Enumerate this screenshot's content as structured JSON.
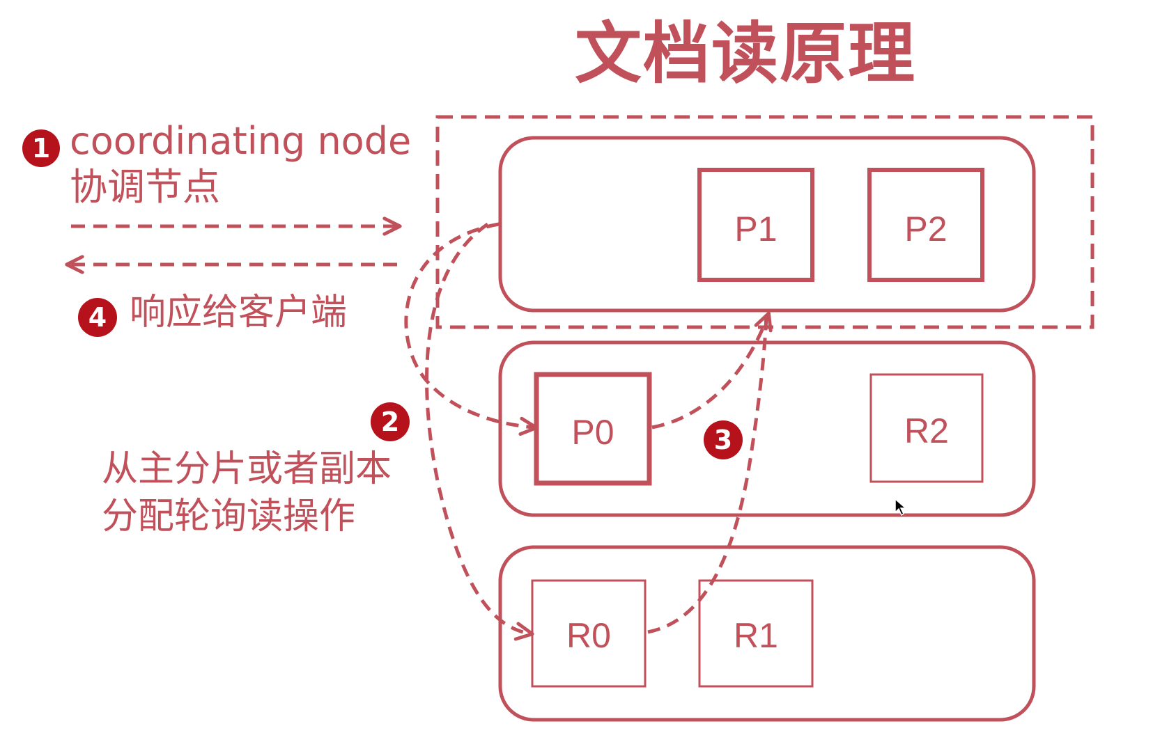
{
  "title": "文档读原理",
  "colors": {
    "accent": "#c0505a",
    "badge": "#b5121b",
    "white": "#ffffff"
  },
  "labels": {
    "coordinating_en": "coordinating node",
    "coordinating_zh": "协调节点",
    "response": "响应给客户端",
    "step2_line1": "从主分片或者副本",
    "step2_line2": "分配轮询读操作"
  },
  "badges": {
    "step1": "1",
    "step2": "2",
    "step3": "3",
    "step4": "4"
  },
  "nodes": [
    {
      "shards": [
        "P1",
        "P2"
      ]
    },
    {
      "shards": [
        "P0",
        "R2"
      ]
    },
    {
      "shards": [
        "R0",
        "R1"
      ]
    }
  ]
}
